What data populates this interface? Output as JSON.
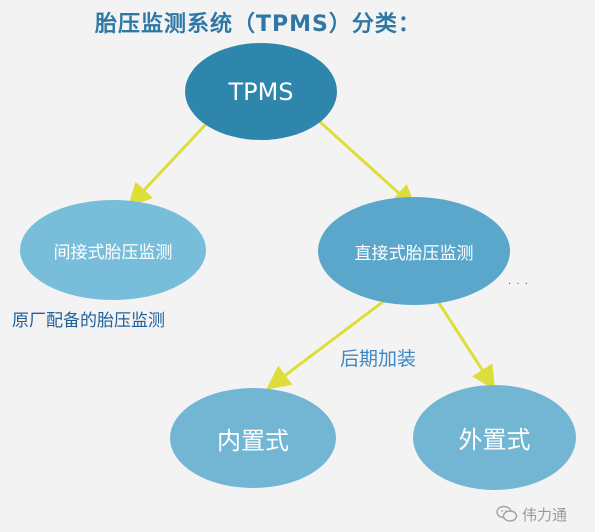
{
  "title": "胎压监测系统（TPMS）分类：",
  "nodes": {
    "root": "TPMS",
    "indirect": "间接式胎压监测",
    "direct": "直接式胎压监测",
    "internal": "内置式",
    "external": "外置式"
  },
  "labels": {
    "oem": "原厂配备的胎压监测",
    "aftermarket": "后期加装"
  },
  "watermark": "伟力通",
  "colors": {
    "arrow": "#dede3a",
    "title": "#2f78a6"
  }
}
